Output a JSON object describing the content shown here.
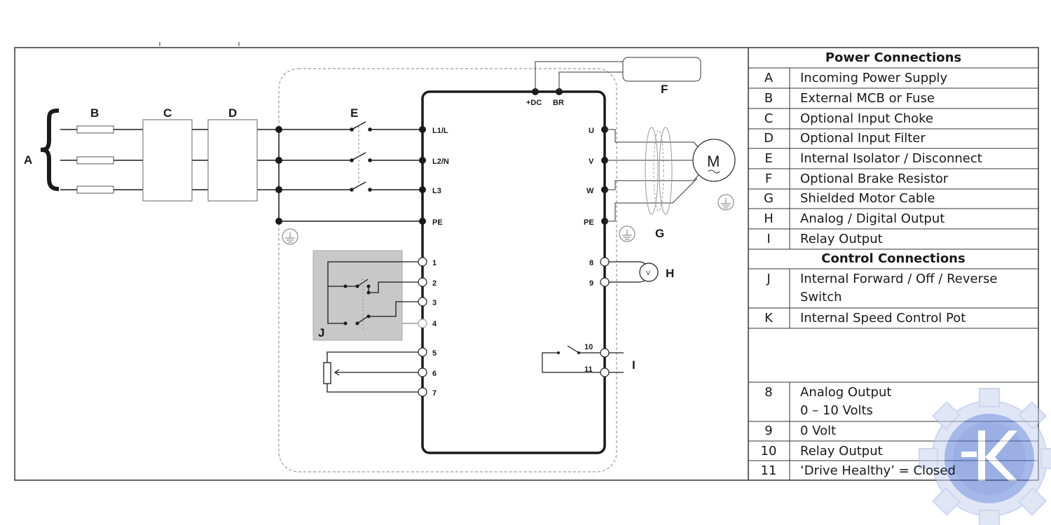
{
  "diagram": {
    "block_labels": {
      "A": "A",
      "B": "B",
      "C": "C",
      "D": "D",
      "E": "E",
      "F": "F",
      "G": "G",
      "H": "H",
      "I": "I",
      "J": "J"
    },
    "top_terminals": {
      "dc_plus": "+DC",
      "br": "BR"
    },
    "left_terminals": {
      "l1": "L1/L",
      "l2": "L2/N",
      "l3": "L3",
      "pe": "PE",
      "t1": "1",
      "t2": "2",
      "t3": "3",
      "t4": "4",
      "t5": "5",
      "t6": "6",
      "t7": "7"
    },
    "right_terminals": {
      "u": "U",
      "v": "V",
      "w": "W",
      "pe": "PE",
      "t8": "8",
      "t9": "9",
      "t10": "10",
      "t11": "11"
    },
    "motor_label": "M",
    "meter_label": "V"
  },
  "legend": {
    "power_title": "Power Connections",
    "power_rows": [
      {
        "key": "A",
        "desc": "Incoming Power Supply"
      },
      {
        "key": "B",
        "desc": "External MCB or Fuse"
      },
      {
        "key": "C",
        "desc": "Optional Input Choke"
      },
      {
        "key": "D",
        "desc": "Optional Input Filter"
      },
      {
        "key": "E",
        "desc": "Internal Isolator / Disconnect"
      },
      {
        "key": "F",
        "desc": "Optional Brake Resistor"
      },
      {
        "key": "G",
        "desc": "Shielded Motor Cable"
      },
      {
        "key": "H",
        "desc": "Analog / Digital Output"
      },
      {
        "key": "I",
        "desc": "Relay Output"
      }
    ],
    "control_title": "Control Connections",
    "control_rows": [
      {
        "key": "J",
        "desc_line1": "Internal Forward / Off / Reverse",
        "desc_line2": "Switch"
      },
      {
        "key": "K",
        "desc_line1": "Internal Speed Control Pot",
        "desc_line2": ""
      }
    ],
    "terminal_rows": [
      {
        "key": "8",
        "desc_line1": "Analog Output",
        "desc_line2": "0 – 10 Volts"
      },
      {
        "key": "9",
        "desc_line1": "0 Volt",
        "desc_line2": ""
      },
      {
        "key": "10",
        "desc_line1": "Relay Output",
        "desc_line2": ""
      },
      {
        "key": "11",
        "desc_line1": "‘Drive Healthy’ = Closed",
        "desc_line2": ""
      }
    ]
  },
  "colors": {
    "line": "#1a1a1a",
    "shade": "#c8c8c8",
    "watermark": "#5b7fd9"
  },
  "icons": {
    "watermark": "gear-logo-icon",
    "ground": "ground-icon"
  }
}
